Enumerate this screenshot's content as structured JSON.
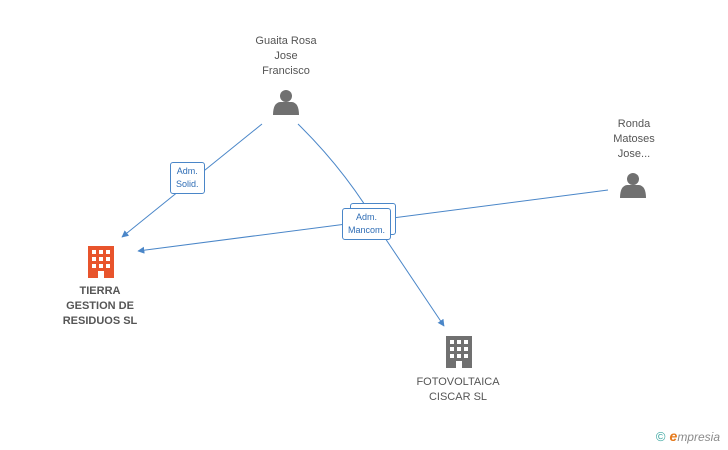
{
  "nodes": {
    "guaita": {
      "lines": [
        "Guaita Rosa",
        "Jose",
        "Francisco"
      ],
      "icon": "person-icon"
    },
    "ronda": {
      "lines": [
        "Ronda",
        "Matoses",
        "Jose..."
      ],
      "icon": "person-icon"
    },
    "tierra": {
      "lines": [
        "TIERRA",
        "GESTION DE",
        "RESIDUOS SL"
      ],
      "icon": "building-icon"
    },
    "fotovoltaica": {
      "lines": [
        "FOTOVOLTAICA",
        "CISCAR SL"
      ],
      "icon": "building-icon"
    }
  },
  "relations": {
    "adm_solid": {
      "lines": [
        "Adm.",
        "Solid."
      ]
    },
    "adm_mancom": {
      "lines": [
        "Adm.",
        "Mancom."
      ]
    }
  },
  "brand": {
    "copyright": "©",
    "name_initial": "e",
    "name_rest": "mpresia"
  },
  "colors": {
    "edge": "#4a86c8",
    "person": "#707070",
    "company_main": "#e8542c",
    "company": "#707070",
    "label_text": "#555555"
  }
}
